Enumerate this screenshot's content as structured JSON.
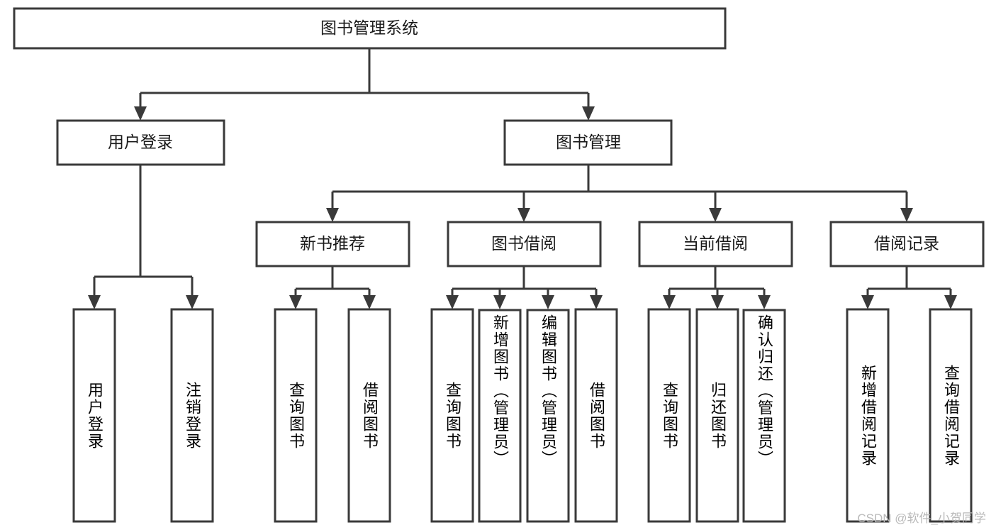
{
  "diagram": {
    "title": "图书管理系统",
    "type": "tree-hierarchy-diagram",
    "orientation": "top-down",
    "watermark": "CSDN @软件_小贺同学",
    "style": {
      "box_fill": "#ffffff",
      "box_stroke": "#3a3a3a",
      "text_color": "#1a1a1a",
      "watermark_color": "#b9b9b9",
      "background": "#ffffff"
    },
    "levels": [
      {
        "level": 1,
        "nodes": [
          {
            "id": "root",
            "label": "图书管理系统",
            "orientation": "horizontal"
          }
        ]
      },
      {
        "level": 2,
        "nodes": [
          {
            "id": "login",
            "label": "用户登录",
            "orientation": "horizontal",
            "parent": "root"
          },
          {
            "id": "bookmgmt",
            "label": "图书管理",
            "orientation": "horizontal",
            "parent": "root"
          }
        ]
      },
      {
        "level": 3,
        "nodes": [
          {
            "id": "newbook",
            "label": "新书推荐",
            "orientation": "horizontal",
            "parent": "bookmgmt"
          },
          {
            "id": "borrow",
            "label": "图书借阅",
            "orientation": "horizontal",
            "parent": "bookmgmt"
          },
          {
            "id": "current",
            "label": "当前借阅",
            "orientation": "horizontal",
            "parent": "bookmgmt"
          },
          {
            "id": "record",
            "label": "借阅记录",
            "orientation": "horizontal",
            "parent": "bookmgmt"
          }
        ]
      },
      {
        "level": 4,
        "nodes": [
          {
            "id": "leaf-1",
            "label": "用户登录",
            "orientation": "vertical",
            "parent": "login"
          },
          {
            "id": "leaf-2",
            "label": "注销登录",
            "orientation": "vertical",
            "parent": "login"
          },
          {
            "id": "leaf-3",
            "label": "查询图书",
            "orientation": "vertical",
            "parent": "newbook"
          },
          {
            "id": "leaf-4",
            "label": "借阅图书",
            "orientation": "vertical",
            "parent": "newbook"
          },
          {
            "id": "leaf-5",
            "label": "查询图书",
            "orientation": "vertical",
            "parent": "borrow"
          },
          {
            "id": "leaf-6",
            "label": "新增图书（管理员）",
            "orientation": "vertical",
            "parent": "borrow"
          },
          {
            "id": "leaf-7",
            "label": "编辑图书（管理员）",
            "orientation": "vertical",
            "parent": "borrow"
          },
          {
            "id": "leaf-8",
            "label": "借阅图书",
            "orientation": "vertical",
            "parent": "borrow"
          },
          {
            "id": "leaf-9",
            "label": "查询图书",
            "orientation": "vertical",
            "parent": "current"
          },
          {
            "id": "leaf-10",
            "label": "归还图书",
            "orientation": "vertical",
            "parent": "current"
          },
          {
            "id": "leaf-11",
            "label": "确认归还（管理员）",
            "orientation": "vertical",
            "parent": "current"
          },
          {
            "id": "leaf-12",
            "label": "新增借阅记录",
            "orientation": "vertical",
            "parent": "record"
          },
          {
            "id": "leaf-13",
            "label": "查询借阅记录",
            "orientation": "vertical",
            "parent": "record"
          }
        ]
      }
    ]
  }
}
